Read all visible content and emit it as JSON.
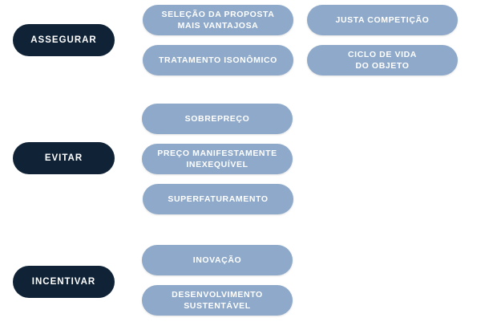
{
  "colors": {
    "category_bg": "#0f2236",
    "item_bg": "#8ea9c9",
    "text": "#ffffff"
  },
  "groups": [
    {
      "label": "ASSEGURAR",
      "items": [
        "SELEÇÃO DA PROPOSTA\nMAIS VANTAJOSA",
        "JUSTA COMPETIÇÃO",
        "TRATAMENTO ISONÔMICO",
        "CICLO DE VIDA\nDO OBJETO"
      ]
    },
    {
      "label": "EVITAR",
      "items": [
        "SOBREPREÇO",
        "PREÇO MANIFESTAMENTE\nINEXEQUÍVEL",
        "SUPERFATURAMENTO"
      ]
    },
    {
      "label": "INCENTIVAR",
      "items": [
        "INOVAÇÃO",
        "DESENVOLVIMENTO\nSUSTENTÁVEL"
      ]
    }
  ]
}
